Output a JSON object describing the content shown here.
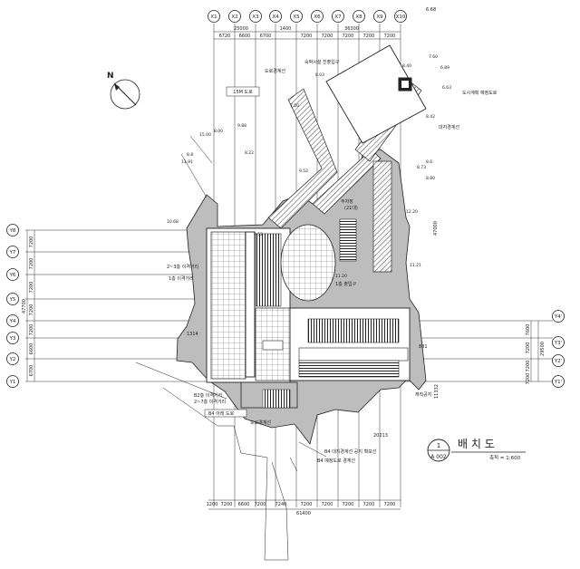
{
  "drawing": {
    "top_grid_labels": [
      "X1",
      "X2",
      "X3",
      "X4",
      "X5",
      "X6",
      "X7",
      "X8",
      "X9",
      "X10"
    ],
    "side_grid_labels_left": [
      "Y8",
      "Y7",
      "Y6",
      "Y5",
      "Y4",
      "Y3",
      "Y2",
      "Y1"
    ],
    "side_grid_labels_right": [
      "Y4'",
      "Y3'",
      "Y2'",
      "Y1'"
    ],
    "top_dims_row1": [
      "25000",
      "36300"
    ],
    "top_dims_row2": [
      "6720",
      "6600",
      "6700",
      "1400",
      "7200",
      "7200",
      "7200",
      "7200",
      "7200"
    ],
    "left_dims": [
      "7200",
      "7200",
      "7200",
      "7200",
      "7200",
      "6600",
      "6700"
    ],
    "left_total": "47700",
    "right_dims": [
      "7600",
      "7200",
      "7200",
      "7200"
    ],
    "right_total": "29500",
    "bottom_dims_row1": [
      "1200",
      "7200",
      "6600",
      "7200",
      "7240",
      "7200",
      "7200",
      "7200",
      "7200",
      "7200"
    ],
    "bottom_total": "61400",
    "notes": {
      "top_right": "6.68",
      "label_15m": "15M 도로",
      "label_main_entry": "숙박시설\n진출입구",
      "label_road": "도로경계선",
      "label_right_top": "도시계획 예정도로",
      "label_site_line": "대지경계선",
      "label_parking": "주차장",
      "label_parking_sub": "(21대)",
      "label_left_a": "2~3층 이격거리",
      "label_left_b": "1층 이격거리",
      "label_elev": "1층 출입구",
      "label_bottom_a": "B2층 이격거리",
      "label_bottom_b": "2~7층 이격거리",
      "label_bottom_c": "B4 아래 도로",
      "label_bottom_d": "도로경계선",
      "label_bottom_e": "B4 대지경계선 공지 확보선",
      "label_bottom_f": "B4 예정도로 경계선",
      "label_gj": "재직공지",
      "dim_20213": "20213",
      "dim_11332": "11332",
      "dim_47": "47000",
      "dim_1314": "1314",
      "dim_881": "881",
      "elev_values": [
        "7.60",
        "6.89",
        "8.40",
        "6.63",
        "7.50",
        "8.03",
        "9.88",
        "8.22",
        "8.00",
        "9.52",
        "8.6",
        "15.00",
        "11.91",
        "8.8",
        "9.52",
        "10.68",
        "12.20",
        "11.21",
        "11.20",
        "8.73",
        "8.80",
        "8.42"
      ]
    }
  },
  "title_block": {
    "number": "1",
    "sheet": "A 002",
    "title": "배 치 도",
    "scale": "축척 = 1:600"
  },
  "north": {
    "label": "N"
  }
}
